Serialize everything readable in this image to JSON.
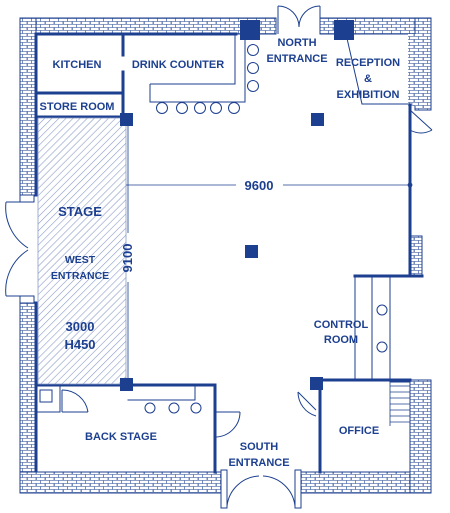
{
  "rooms": {
    "kitchen": "KITCHEN",
    "drink_counter": "DRINK COUNTER",
    "north_entrance_1": "NORTH",
    "north_entrance_2": "ENTRANCE",
    "reception_1": "RECEPTION",
    "reception_2": "&",
    "reception_3": "EXHIBITION",
    "store_room": "STORE ROOM",
    "stage": "STAGE",
    "west_entrance_1": "WEST",
    "west_entrance_2": "ENTRANCE",
    "stage_size": "3000",
    "stage_height": "H450",
    "control_room_1": "CONTROL",
    "control_room_2": "ROOM",
    "back_stage": "BACK STAGE",
    "south_entrance_1": "SOUTH",
    "south_entrance_2": "ENTRANCE",
    "office": "OFFICE"
  },
  "dimensions": {
    "width": "9600",
    "depth": "9100"
  },
  "colors": {
    "wall": "#1c3f8f",
    "hatch": "#8a9cc8"
  }
}
